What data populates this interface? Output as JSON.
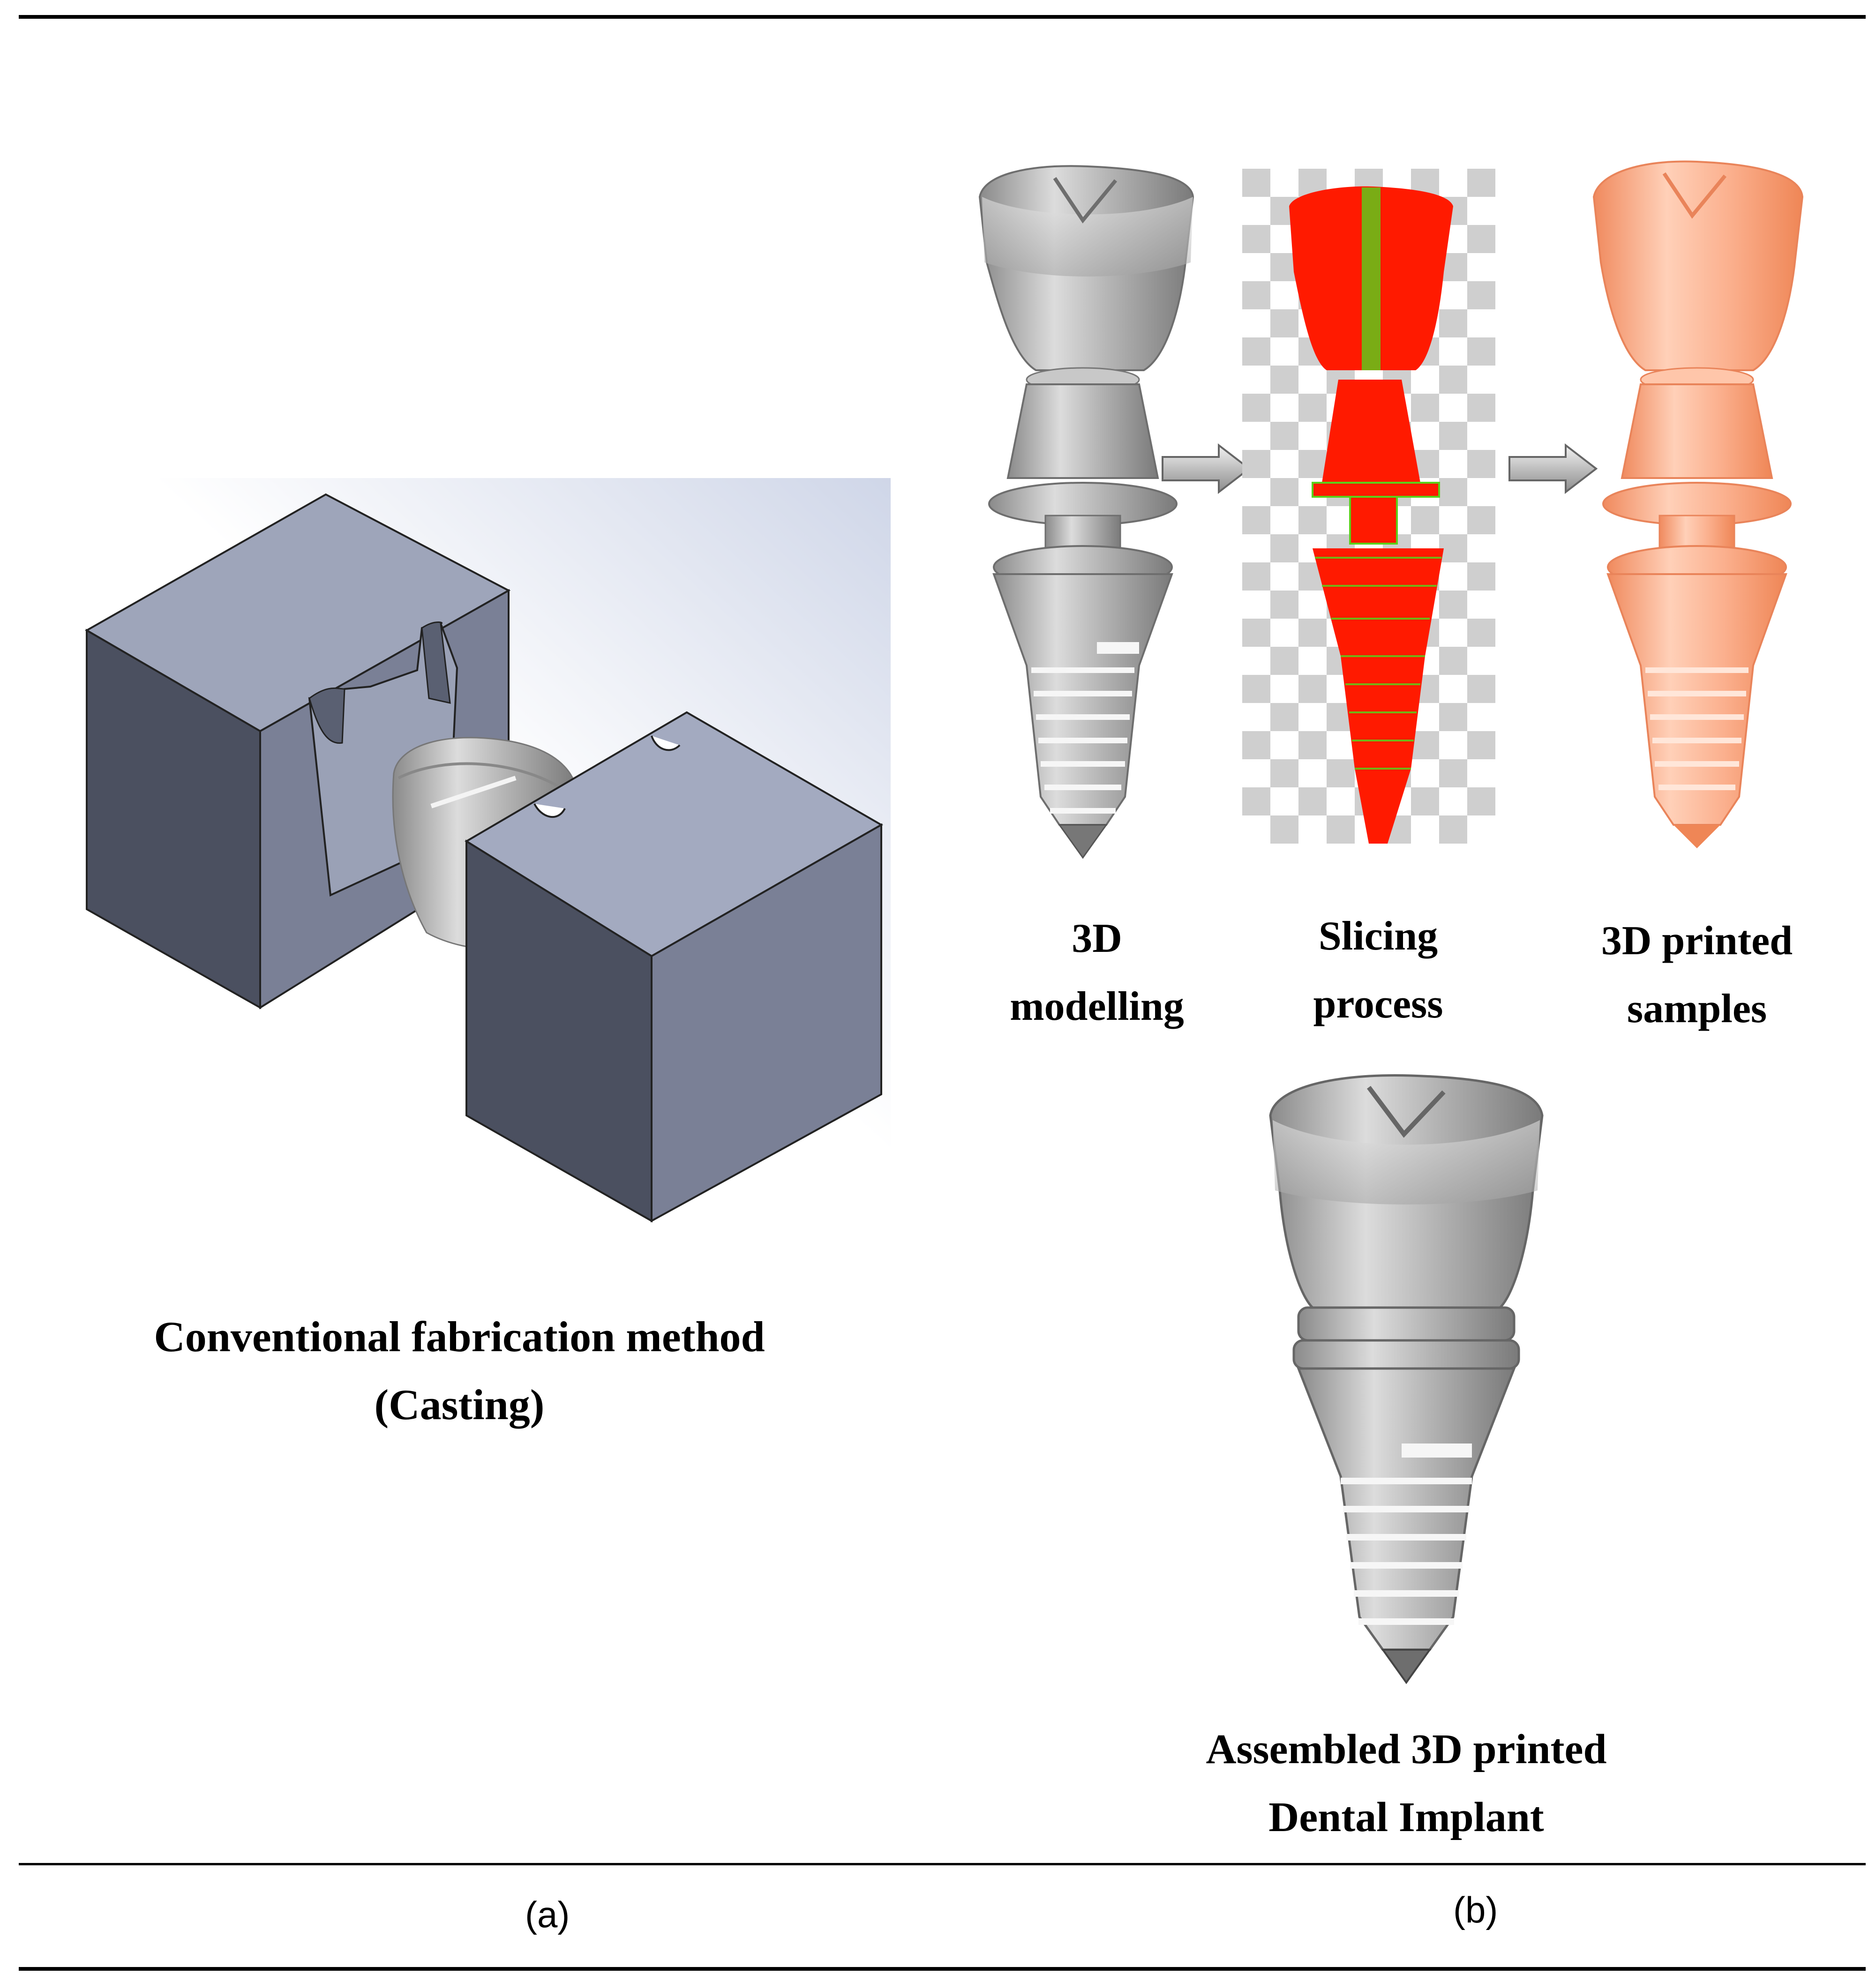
{
  "panel_a": {
    "caption_line1": "Conventional fabrication method",
    "caption_line2": "(Casting)",
    "letter": "(a)"
  },
  "panel_b": {
    "step1_line1": "3D",
    "step1_line2": "modelling",
    "step2_line1": "Slicing",
    "step2_line2": "process",
    "step3_line1": "3D printed",
    "step3_line2": "samples",
    "assembled_line1": "Assembled 3D printed",
    "assembled_line2": "Dental Implant",
    "letter": "(b)"
  },
  "colors": {
    "mold_dark": "#4b5060",
    "mold_mid": "#6f7588",
    "mold_light": "#9ea5ba",
    "implant_gray": "#a9a9a9",
    "slice_red": "#ff1a00",
    "slice_green": "#59d11a",
    "printed_peach": "#f9a37c"
  },
  "icons": {
    "arrow": "right-arrow-icon"
  }
}
